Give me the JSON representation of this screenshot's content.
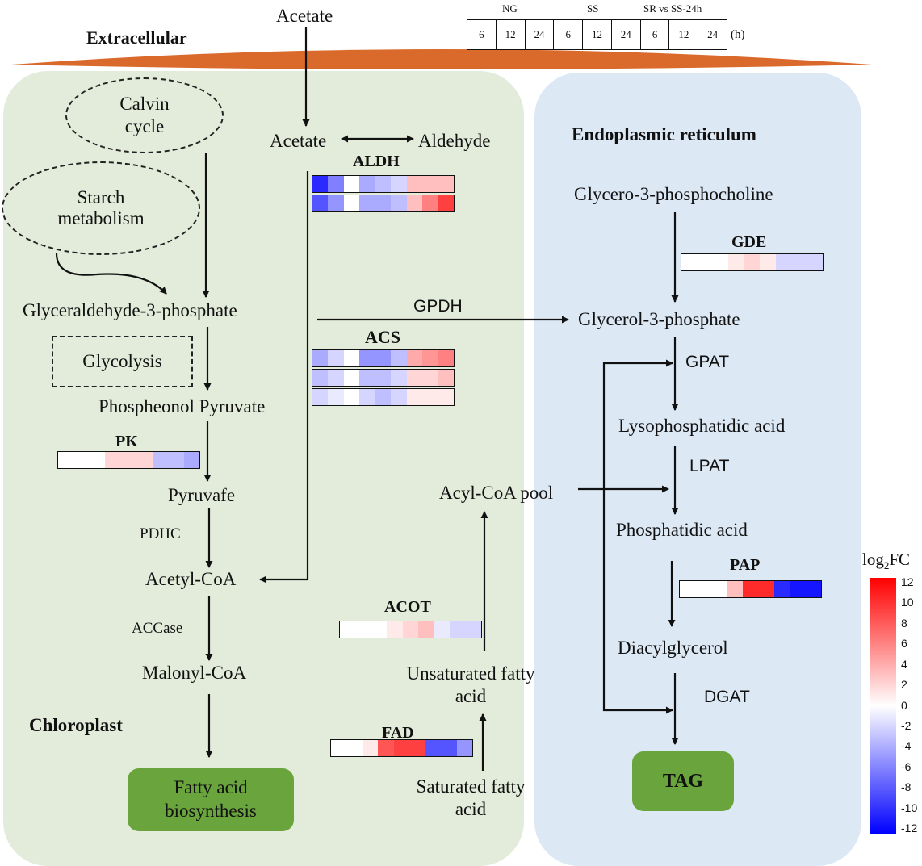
{
  "header": {
    "extracellular": "Extracellular",
    "acetate_top": "Acetate",
    "group_labels": [
      "NG",
      "SS",
      "SR vs SS-24h"
    ],
    "time_cells": [
      "6",
      "12",
      "24",
      "6",
      "12",
      "24",
      "6",
      "12",
      "24"
    ],
    "unit": "(h)"
  },
  "chloroplast": {
    "title": "Chloroplast",
    "calvin": "Calvin cycle",
    "starch": "Starch metabolism",
    "g3p": "Glyceraldehyde-3-phosphate",
    "glycolysis": "Glycolysis",
    "pep": "Phospheonol Pyruvate",
    "pyruvate": "Pyruvafe",
    "pdhc": "PDHC",
    "acetyl_coa": "Acetyl-CoA",
    "accase": "ACCase",
    "malonyl_coa": "Malonyl-CoA",
    "fatty_acid_biosynthesis": "Fatty acid biosynthesis",
    "acetate": "Acetate",
    "aldehyde": "Aldehyde",
    "acyl_coa_pool": "Acyl-CoA pool",
    "unsaturated": "Unsaturated fatty acid",
    "saturated": "Saturated fatty acid"
  },
  "er": {
    "title": "Endoplasmic reticulum",
    "gpc": "Glycero-3-phosphocholine",
    "glycerol_3p": "Glycerol-3-phosphate",
    "gpat": "GPAT",
    "lpa": "Lysophosphatidic acid",
    "lpat": "LPAT",
    "pa": "Phosphatidic acid",
    "dag": "Diacylglycerol",
    "dgat": "DGAT",
    "tag": "TAG"
  },
  "gpdh": "GPDH",
  "legend": {
    "title_main": "log",
    "title_sub": "2",
    "title_end": "FC",
    "ticks": [
      "12",
      "10",
      "8",
      "6",
      "4",
      "2",
      "0",
      "-2",
      "-4",
      "-6",
      "-8",
      "-10",
      "-12"
    ],
    "color_high": "#ff0000",
    "color_mid": "#ffffff",
    "color_low": "#0000ff"
  },
  "heatmaps": {
    "aldh": {
      "label": "ALDH",
      "rows": [
        [
          -10,
          -6,
          0,
          -4,
          -3,
          -2,
          3,
          3,
          3
        ],
        [
          -8,
          -5,
          0,
          -4,
          -4,
          -3,
          3,
          6,
          9
        ]
      ]
    },
    "acs": {
      "label": "ACS",
      "rows": [
        [
          -4,
          -2,
          0,
          -5,
          -5,
          -3,
          4,
          5,
          6
        ],
        [
          -3,
          -2,
          0,
          -3,
          -3,
          -2,
          2,
          2,
          3
        ],
        [
          -2,
          -1,
          0,
          -2,
          -3,
          -2,
          1,
          1,
          1
        ]
      ]
    },
    "pk": {
      "label": "PK",
      "rows": [
        [
          0,
          0,
          0,
          2,
          2,
          2,
          -3,
          -3,
          -4
        ]
      ]
    },
    "acot": {
      "label": "ACOT",
      "rows": [
        [
          0,
          0,
          0,
          1,
          2,
          3,
          -1,
          -2,
          -2
        ]
      ]
    },
    "fad": {
      "label": "FAD",
      "rows": [
        [
          0,
          0,
          1,
          8,
          9,
          9,
          -8,
          -8,
          -5
        ]
      ]
    },
    "gde": {
      "label": "GDE",
      "rows": [
        [
          0,
          0,
          0,
          1,
          2,
          1,
          -2,
          -2,
          -2
        ]
      ]
    },
    "pap": {
      "label": "PAP",
      "rows": [
        [
          0,
          0,
          0,
          3,
          10,
          10,
          -10,
          -11,
          -11
        ]
      ]
    }
  },
  "colors": {
    "chloroplast_bg": "#e3ecda",
    "er_bg": "#dde8f5",
    "membrane": "#d96a2b",
    "end_box": "#6aa43c"
  }
}
